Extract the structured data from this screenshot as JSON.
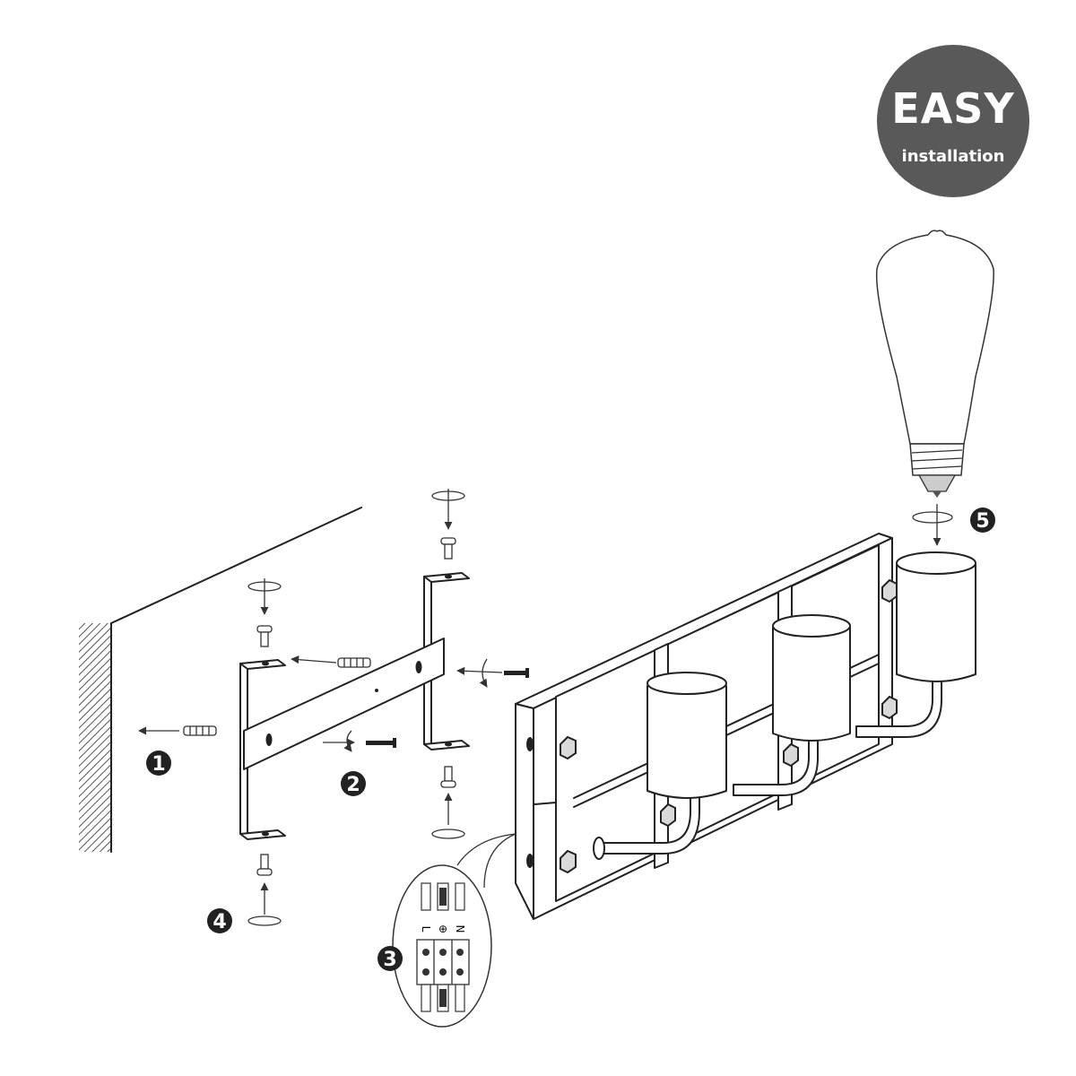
{
  "badge": {
    "title": "EASY",
    "subtitle": "installation",
    "color": "#595959"
  },
  "steps": [
    {
      "number": "1"
    },
    {
      "number": "2"
    },
    {
      "number": "3"
    },
    {
      "number": "4"
    },
    {
      "number": "5"
    }
  ],
  "wiring": {
    "labels": [
      "L",
      "⊕",
      "N"
    ]
  },
  "colors": {
    "line": "#222222",
    "step_marker": "#222222",
    "wall_hatch": "#555555"
  }
}
